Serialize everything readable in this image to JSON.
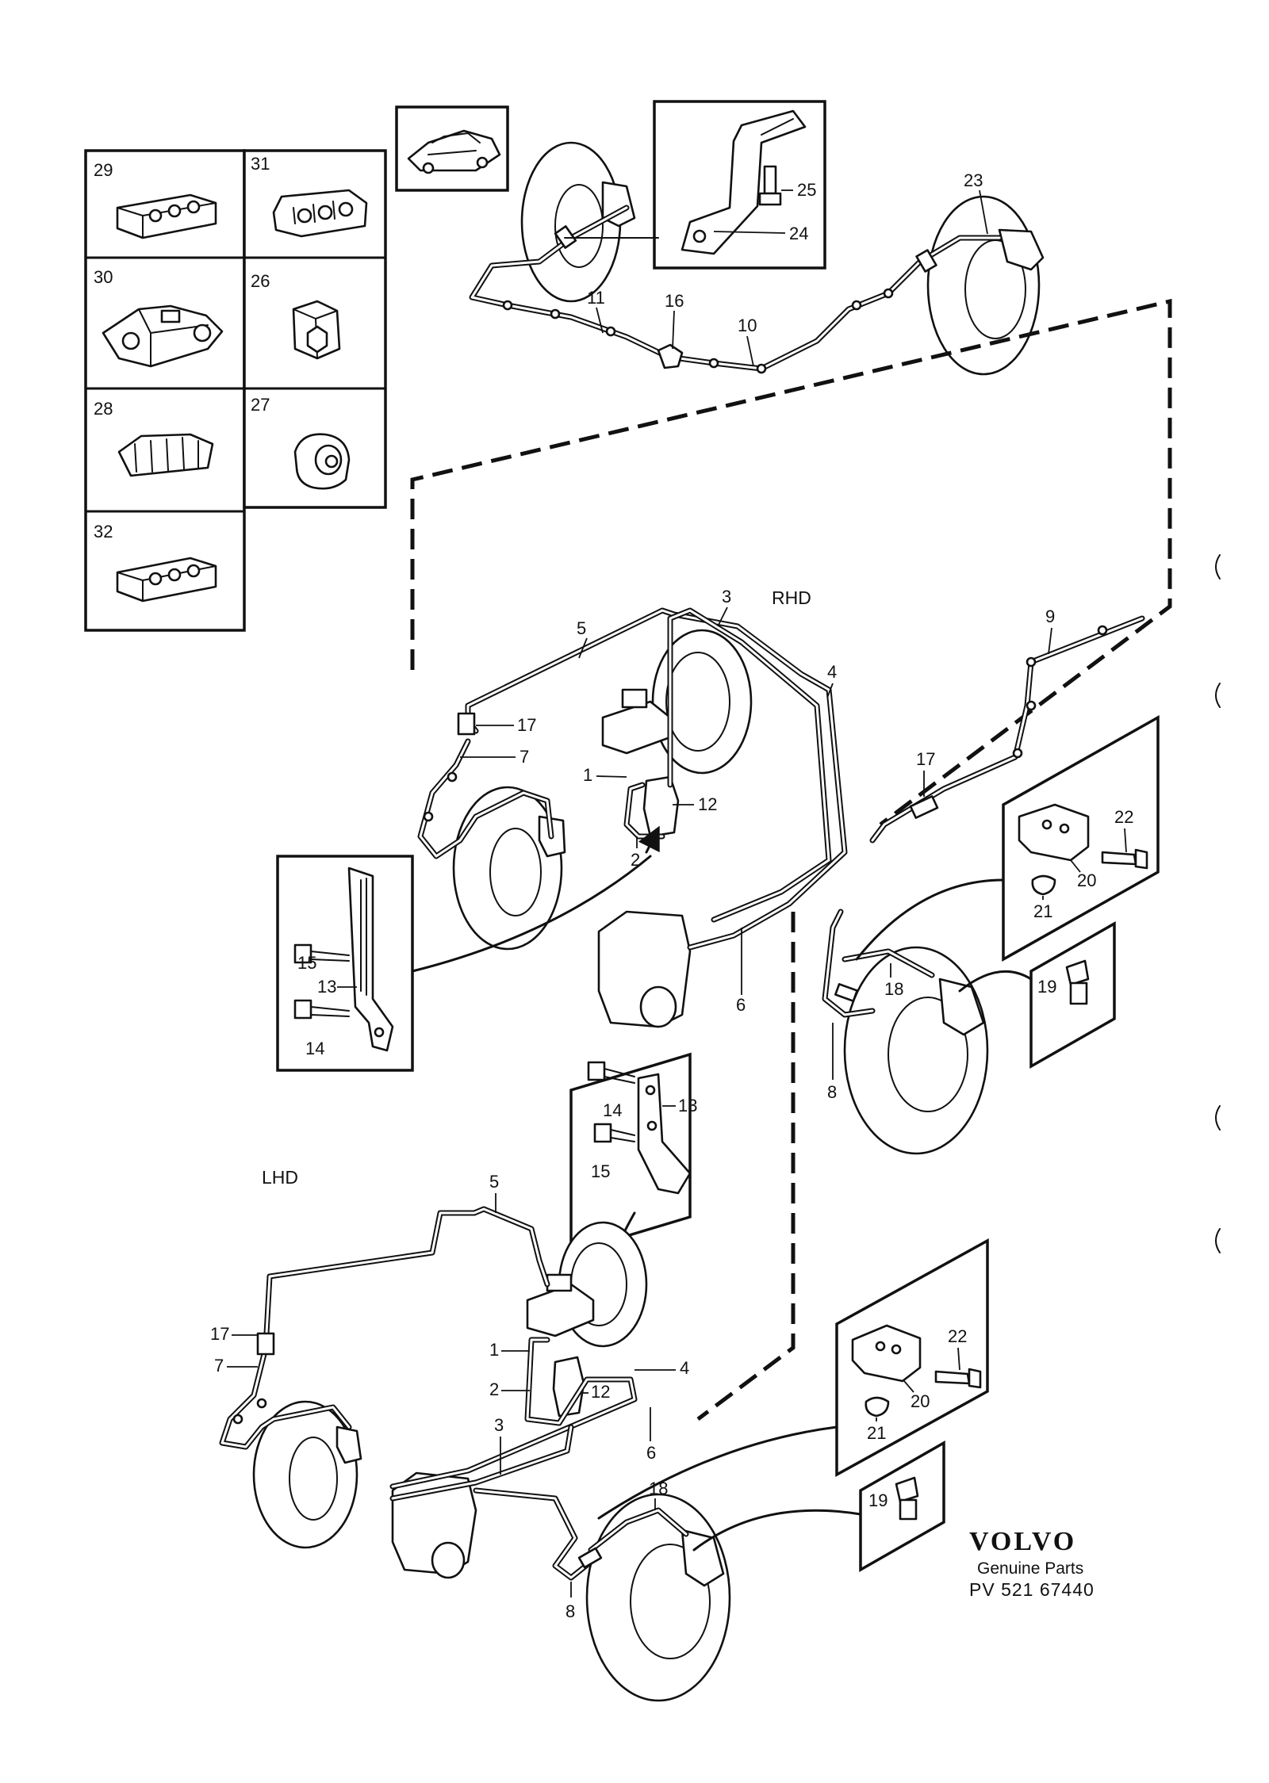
{
  "labels": {
    "rhd": "RHD",
    "lhd": "LHD"
  },
  "inset_labels": [
    "29",
    "31",
    "30",
    "26",
    "28",
    "27",
    "32"
  ],
  "callouts": {
    "rear": [
      "25",
      "24",
      "23",
      "11",
      "16",
      "10"
    ],
    "rhd": [
      "3",
      "5",
      "4",
      "17",
      "7",
      "1",
      "12",
      "2",
      "9",
      "17",
      "22",
      "20",
      "21",
      "15",
      "13",
      "14",
      "6",
      "18",
      "19",
      "8"
    ],
    "lhd": [
      "14",
      "13",
      "15",
      "5",
      "17",
      "7",
      "1",
      "2",
      "12",
      "4",
      "3",
      "6",
      "22",
      "20",
      "21",
      "18",
      "19",
      "8"
    ]
  },
  "footer": {
    "brand": "VOLVO",
    "subtitle": "Genuine Parts",
    "reference": "PV 521 67440"
  }
}
